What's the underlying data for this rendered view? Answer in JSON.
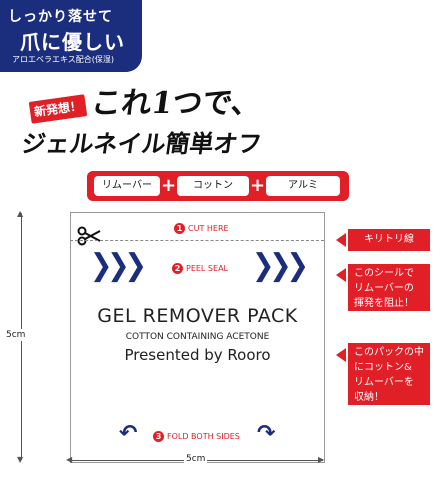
{
  "badge": {
    "line1": "しっかり落せて",
    "line2": "爪に優しい",
    "line3": "アロエベラエキス配合(保湿)"
  },
  "headline": {
    "tag": "新発想！",
    "main": "これ1つで、",
    "sub": "ジェルネイル簡単オフ"
  },
  "components": {
    "items": [
      "リムーバー",
      "コットン",
      "アルミ"
    ],
    "separator": "+"
  },
  "pack": {
    "cut_step": "1",
    "cut_label": "CUT HERE",
    "peel_step": "2",
    "peel_label": "PEEL SEAL",
    "title": "GEL REMOVER PACK",
    "subtitle": "COTTON CONTAINING ACETONE",
    "credit": "Presented by Rooro",
    "fold_step": "3",
    "fold_label": "FOLD BOTH SIDES"
  },
  "dimensions": {
    "height": "5cm",
    "width": "5cm"
  },
  "callouts": {
    "cut_line": "キリトリ線",
    "seal_l1": "このシールで",
    "seal_l2": "リムーバーの",
    "seal_l3": "揮発を阻止！",
    "pack_l1": "このパックの中",
    "pack_l2": "にコットン&",
    "pack_l3": "リムーバーを",
    "pack_l4": "収納！"
  },
  "colors": {
    "brand_blue": "#1b2e7e",
    "accent_red": "#e11f27"
  }
}
